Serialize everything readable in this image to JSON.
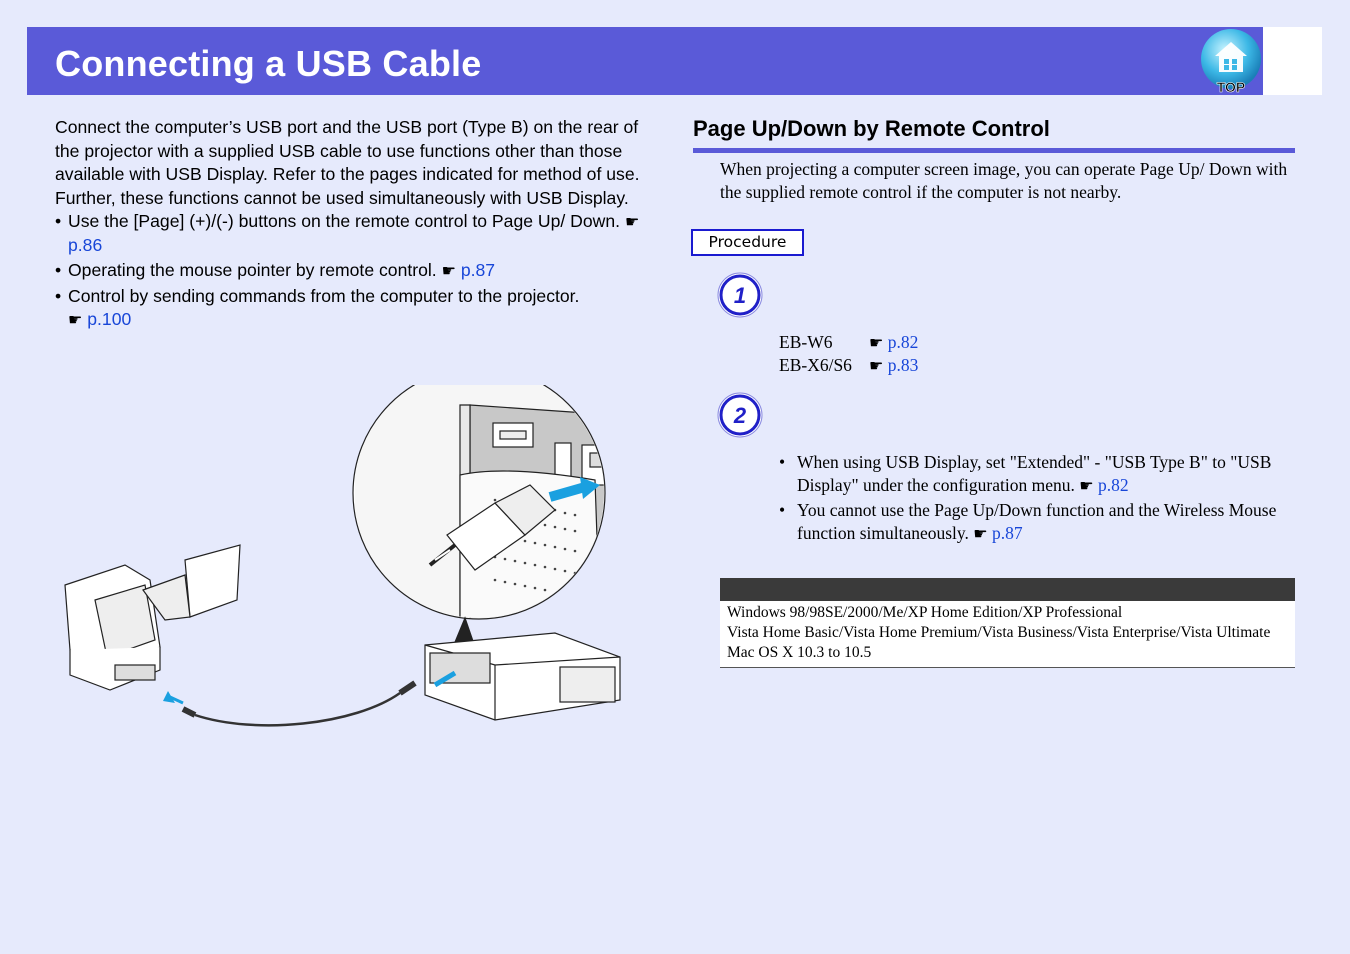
{
  "header": {
    "title": "Connecting a USB Cable",
    "top_button_label": "TOP"
  },
  "left": {
    "intro": "Connect the computer’s USB port and the USB port (Type B) on the rear of the projector with a supplied USB cable to use functions other than those available with USB Display. Refer to the pages indicated for method of use. Further, these functions cannot be used simultaneously with USB Display.",
    "bullets": [
      {
        "text": "Use the [Page] (+)/(-) buttons on the remote control to Page Up/ Down.",
        "ref": "p.86"
      },
      {
        "text": "Operating the mouse pointer by remote control.",
        "ref": "p.87"
      },
      {
        "text": "Control by sending commands from the computer to the projector.",
        "ref": "p.100"
      }
    ]
  },
  "right": {
    "heading": "Page Up/Down by Remote Control",
    "intro": "When projecting a computer screen image, you can operate Page Up/ Down with the supplied remote control if the computer is not nearby.",
    "procedure_label": "Procedure",
    "steps": [
      {
        "number": "1"
      },
      {
        "number": "2"
      }
    ],
    "models": [
      {
        "model": "EB-W6",
        "ref": "p.82"
      },
      {
        "model": "EB-X6/S6",
        "ref": "p.83"
      }
    ],
    "notes": [
      {
        "text": "When using USB Display, set \"Extended\" - \"USB Type B\" to \"USB Display\" under the configuration menu.",
        "ref": "p.82"
      },
      {
        "text": "You cannot use the Page Up/Down function and the Wireless Mouse function simultaneously.",
        "ref": "p.87"
      }
    ],
    "os_list": [
      "Windows 98/98SE/2000/Me/XP Home Edition/XP Professional",
      "Vista Home Basic/Vista Home Premium/Vista Business/Vista Enterprise/Vista Ultimate",
      "Mac OS X 10.3 to 10.5"
    ]
  },
  "colors": {
    "header_bar": "#5a5ad8",
    "page_background": "#e6eafc",
    "link": "#1846d8",
    "procedure_border": "#1a1ad0",
    "arrow": "#1aa0e0"
  },
  "icons": {
    "reference": "pointing-hand-icon",
    "top": "house-top-icon"
  }
}
